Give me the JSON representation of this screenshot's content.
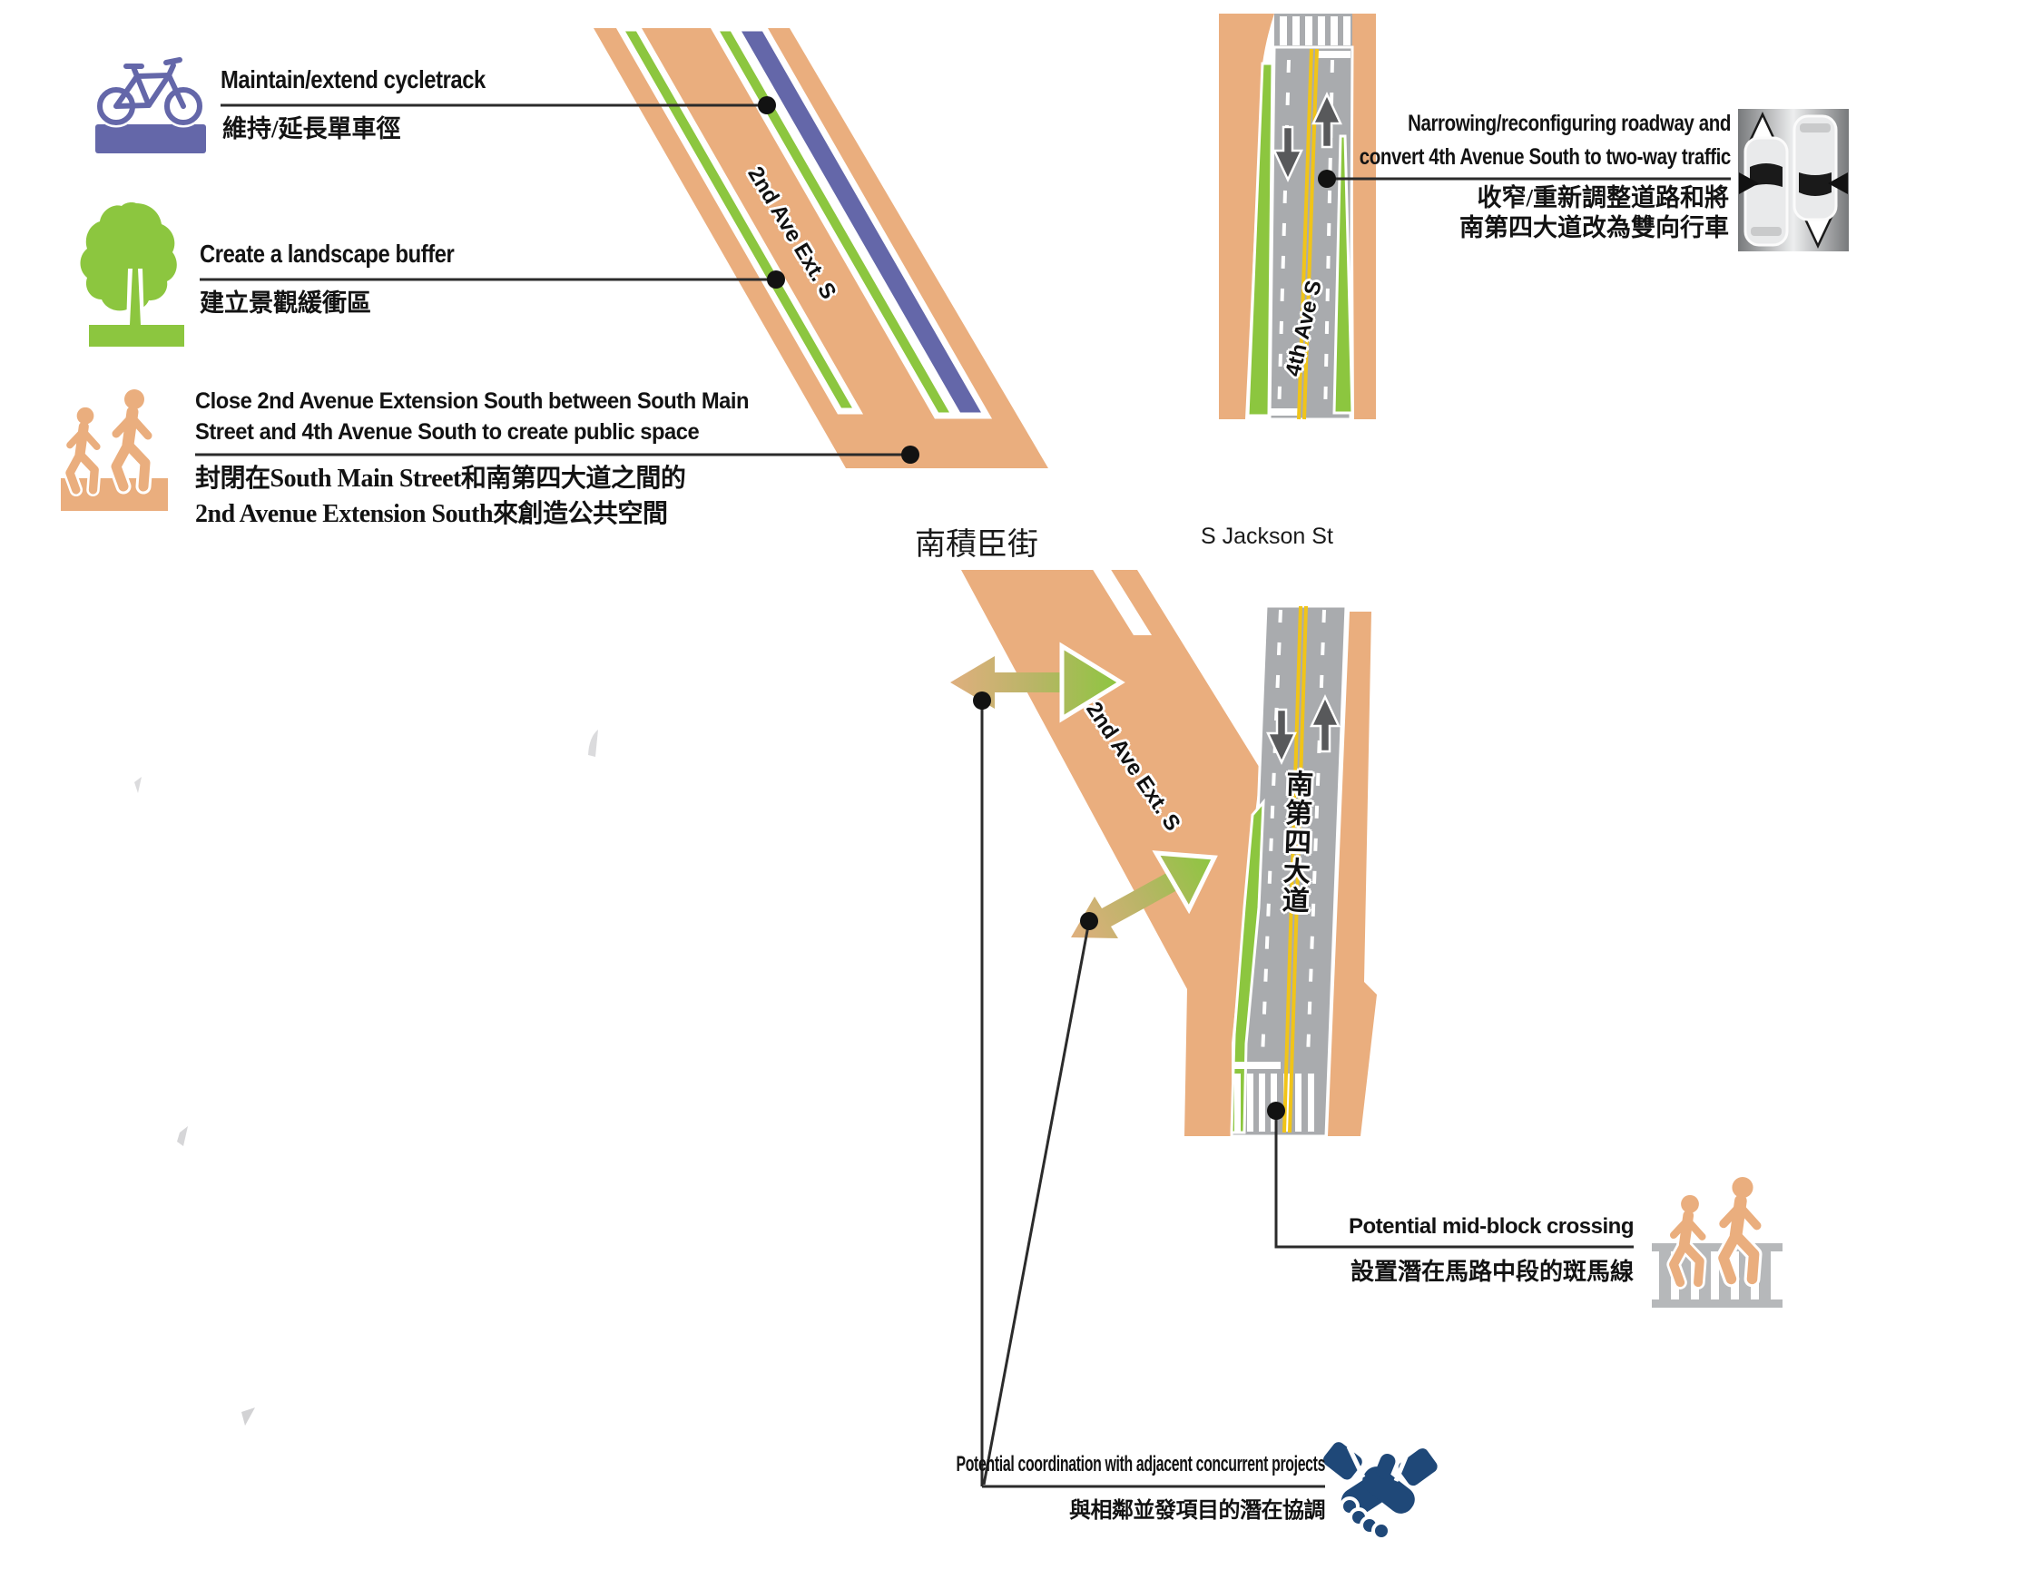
{
  "legend": {
    "cycletrack": {
      "icon": "bicycle-icon",
      "en": "Maintain/extend cycletrack",
      "zh": "維持/延長單車徑"
    },
    "landscape_buffer": {
      "icon": "tree-icon",
      "en": "Create a landscape buffer",
      "zh": "建立景觀緩衝區"
    },
    "close_street": {
      "icon": "pedestrians-icon",
      "en_line1": "Close 2nd Avenue Extension South between South Main",
      "en_line2": "Street and 4th Avenue South to create public space",
      "zh_line1": "封閉在South Main Street和南第四大道之間的",
      "zh_line2": "2nd Avenue Extension South來創造公共空間"
    }
  },
  "callouts": {
    "narrowing": {
      "icon": "two-way-traffic-icon",
      "en_line1": "Narrowing/reconfiguring roadway and",
      "en_line2": "convert 4th Avenue South to two-way traffic",
      "zh_line1": "收窄/重新調整道路和將",
      "zh_line2": "南第四大道改為雙向行車"
    },
    "midblock": {
      "icon": "pedestrian-crossing-icon",
      "en": "Potential mid-block crossing",
      "zh": "設置潛在馬路中段的斑馬線"
    },
    "coordination": {
      "icon": "handshake-icon",
      "en": "Potential coordination with adjacent concurrent projects",
      "zh": "與相鄰並發項目的潛在協調"
    }
  },
  "streets": {
    "s_jackson_zh": "南積臣街",
    "s_jackson_en": "S Jackson St",
    "second_ave_ext_upper": "2nd Ave Ext. S",
    "second_ave_ext_lower": "2nd Ave Ext. S",
    "fourth_ave_en": "4th Ave S",
    "fourth_ave_zh": "南第四大道"
  },
  "colors": {
    "sidewalk_orange": "#EAAE7E",
    "buffer_green": "#8CC63F",
    "cycletrack_purple": "#6467A9",
    "roadway_gray": "#A9ABAE",
    "lane_yellow": "#F0C419",
    "traffic_arrow_gray": "#58595B",
    "handshake_navy": "#1F4878",
    "leader_black": "#2B2B2B"
  }
}
